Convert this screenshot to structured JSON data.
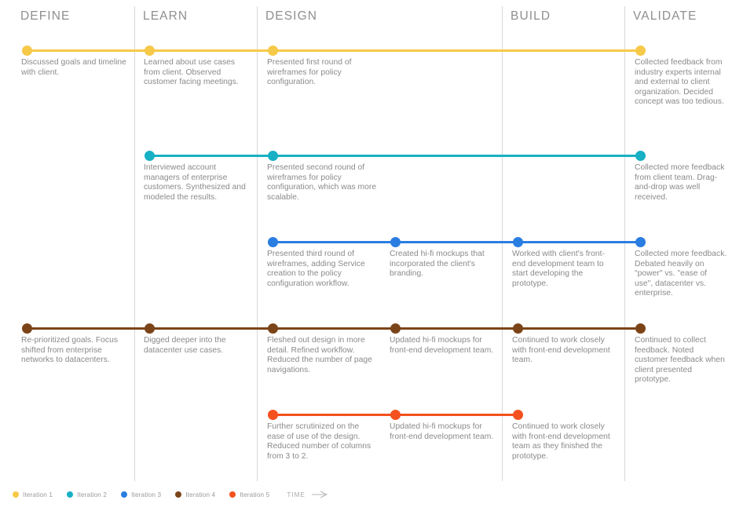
{
  "colors": {
    "iteration1": "#f6c košice",
    "divider": "#d8d8d8",
    "text": "#8a8a8a",
    "header": "#8f8f8f"
  },
  "phases": [
    {
      "label": "DEFINE"
    },
    {
      "label": "LEARN"
    },
    {
      "label": "DESIGN"
    },
    {
      "label": "BUILD"
    },
    {
      "label": "VALIDATE"
    }
  ],
  "iterations": [
    {
      "name": "Iteration 1",
      "color": "#f5c council",
      "nodes": [
        {
          "phase": "DEFINE",
          "text": "Discussed goals and timeline with client."
        },
        {
          "phase": "LEARN",
          "text": "Learned about use cases from client. Observed customer facing meetings."
        },
        {
          "phase": "DESIGN",
          "text": "Presented first round of wireframes for policy configuration."
        },
        {
          "phase": "VALIDATE",
          "text": "Collected feedback from industry experts internal and external to client organization. Decided concept was too tedious."
        }
      ]
    },
    {
      "name": "Iteration 2",
      "color": "#17b0c4",
      "nodes": [
        {
          "phase": "LEARN",
          "text": "Interviewed account managers of enterprise customers. Synthesized and modeled the results."
        },
        {
          "phase": "DESIGN",
          "text": "Presented second round of wireframes for policy configuration, which was more scalable."
        },
        {
          "phase": "VALIDATE",
          "text": "Collected more feedback from client team. Drag-and-drop was well received."
        }
      ]
    },
    {
      "name": "Iteration 3",
      "color": "#2a7de1",
      "nodes": [
        {
          "phase": "DESIGN",
          "text": "Presented third round of wireframes, adding Service creation to the policy configuration workflow."
        },
        {
          "phase": "DESIGN2",
          "text": "Created hi-fi mockups that incorporated the client's branding."
        },
        {
          "phase": "BUILD",
          "text": "Worked with client's front-end development team to start developing the prototype."
        },
        {
          "phase": "VALIDATE",
          "text": "Collected more feedback. Debated heavily on \"power\" vs. \"ease of use\", datacenter vs. enterprise."
        }
      ]
    },
    {
      "name": "Iteration 4",
      "color": "#7b4418",
      "nodes": [
        {
          "phase": "DEFINE",
          "text": "Re-prioritized goals. Focus shifted from enterprise networks to datacenters."
        },
        {
          "phase": "LEARN",
          "text": "Digged deeper into the datacenter use cases."
        },
        {
          "phase": "DESIGN",
          "text": "Fleshed out design in more detail. Refined workflow. Reduced the number of page navigations."
        },
        {
          "phase": "DESIGN2",
          "text": "Updated hi-fi mockups for front-end development team."
        },
        {
          "phase": "BUILD",
          "text": "Continued to work closely with front-end development team."
        },
        {
          "phase": "VALIDATE",
          "text": "Continued to collect feedback. Noted customer feedback when client presented prototype."
        }
      ]
    },
    {
      "name": "Iteration 5",
      "color": "#f4511e",
      "nodes": [
        {
          "phase": "DESIGN",
          "text": "Further scrutinized on the ease of use of the design. Reduced number of columns from 3 to 2."
        },
        {
          "phase": "DESIGN2",
          "text": "Updated hi-fi mockups for front-end development team."
        },
        {
          "phase": "BUILD",
          "text": "Continued to work closely with front-end development team as they finished the prototype."
        }
      ]
    }
  ],
  "legend": {
    "items": [
      {
        "label": "Iteration 1",
        "color": "#f7c948"
      },
      {
        "label": "Iteration 2",
        "color": "#17b0c4"
      },
      {
        "label": "Iteration 3",
        "color": "#2a7de1"
      },
      {
        "label": "Iteration 4",
        "color": "#7b4418"
      },
      {
        "label": "Iteration 5",
        "color": "#f4511e"
      }
    ],
    "time_label": "TIME",
    "arrow_icon": "time-arrow-icon"
  }
}
